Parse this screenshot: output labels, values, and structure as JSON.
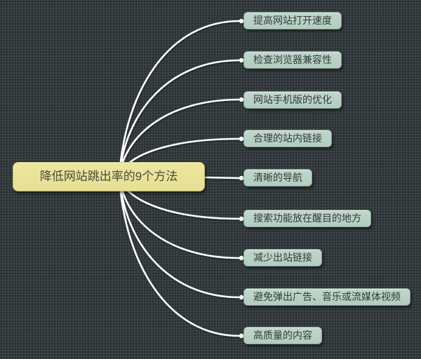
{
  "diagram": {
    "type": "mindmap",
    "root": {
      "label": "降低网站跳出率的9个方法"
    },
    "branches": [
      {
        "label": "提高网站打开速度"
      },
      {
        "label": "检查浏览器兼容性"
      },
      {
        "label": "网站手机版的优化"
      },
      {
        "label": "合理的站内链接"
      },
      {
        "label": "清晰的导航"
      },
      {
        "label": "搜索功能放在醒目的地方"
      },
      {
        "label": "减少出站链接"
      },
      {
        "label": "避免弹出广告、音乐或流媒体视频"
      },
      {
        "label": "高质量的内容"
      }
    ],
    "colors": {
      "background": "#363d40",
      "root_fill": "#e9e39c",
      "root_text": "#4c4b38",
      "branch_fill": "#b7d0c5",
      "branch_text": "#333b39",
      "connector": "#ffffff"
    }
  }
}
